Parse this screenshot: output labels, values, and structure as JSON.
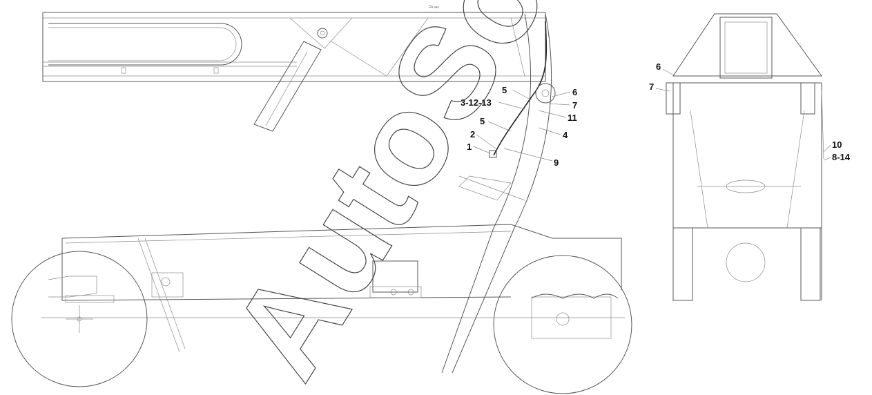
{
  "header_mark": "⊐ₐ ₐₐₐ",
  "watermark": "AutoSoft",
  "labels_side": [
    "5",
    "3-12-13",
    "5",
    "2",
    "1",
    "6",
    "7",
    "11",
    "4",
    "9"
  ],
  "labels_front": [
    "6",
    "7",
    "10",
    "8-14"
  ],
  "colors": {
    "line": "#555555",
    "background": "#ffffff"
  }
}
